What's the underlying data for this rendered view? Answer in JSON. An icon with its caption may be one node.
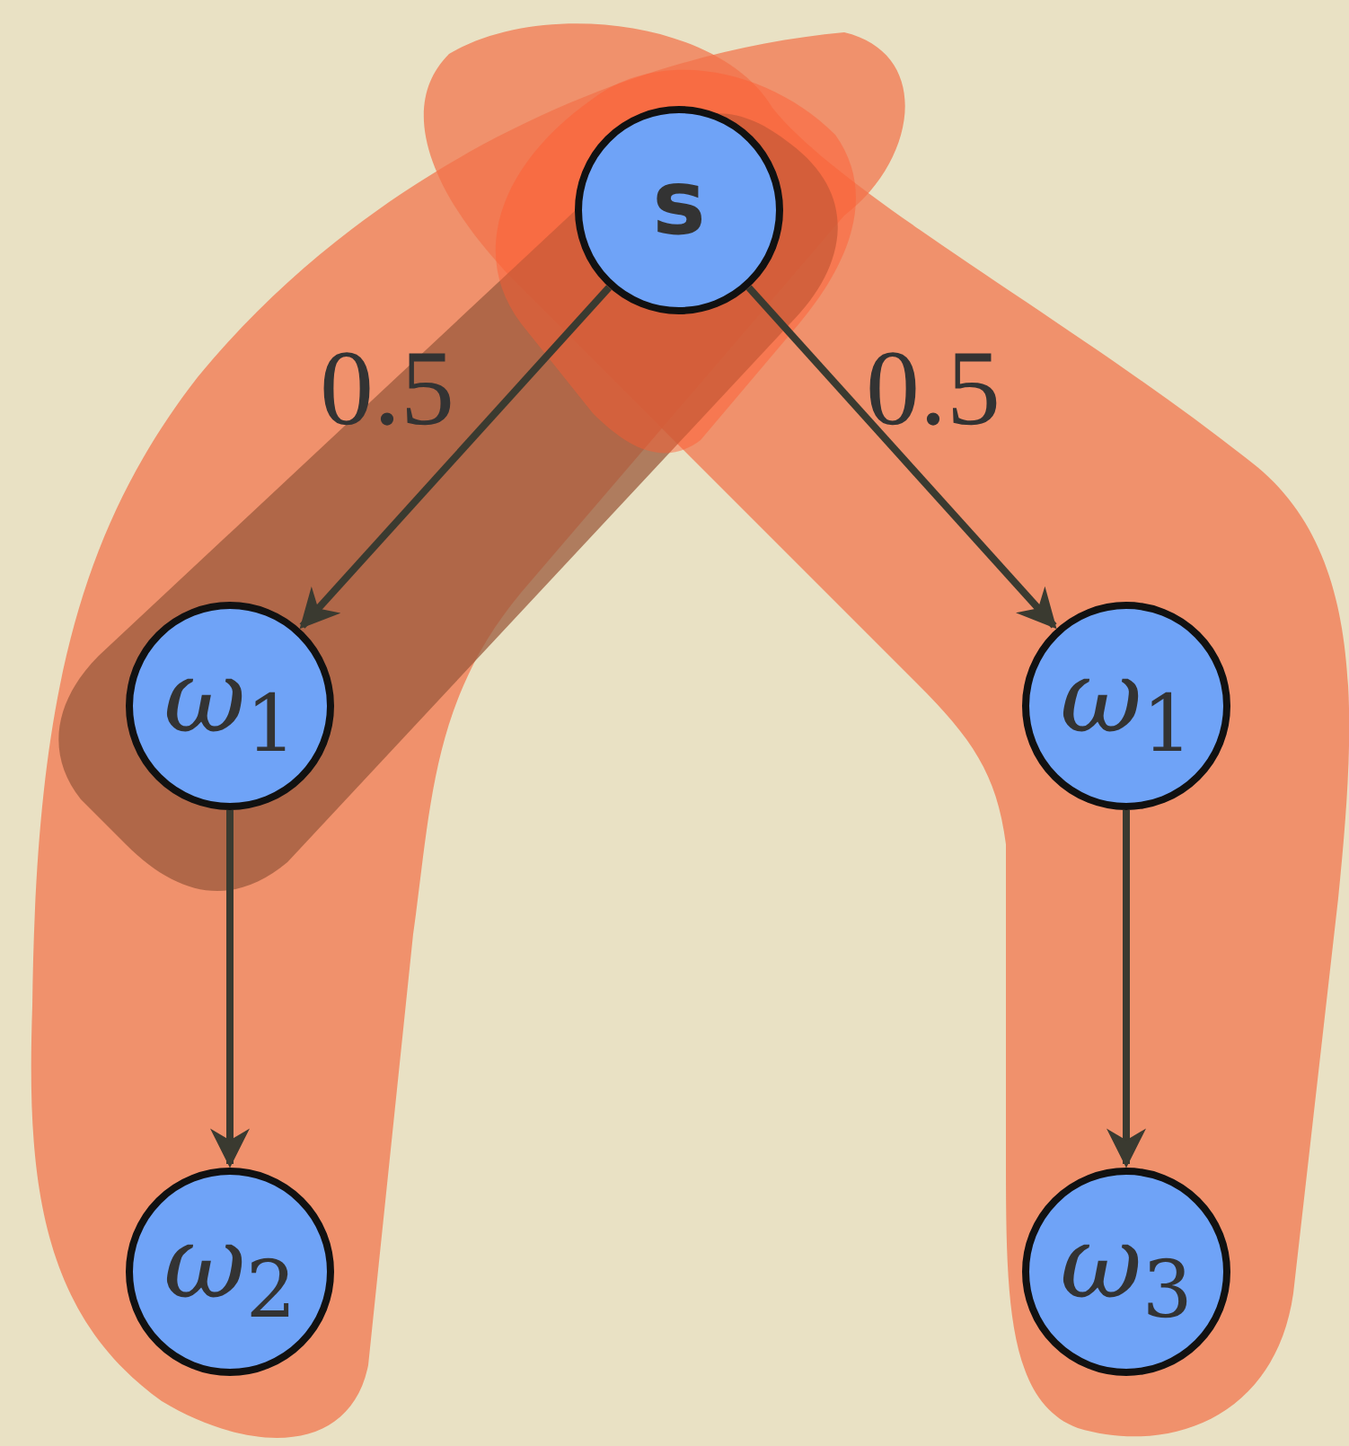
{
  "diagram": {
    "nodes": [
      {
        "text": [
          "s"
        ]
      },
      {
        "text": [
          "ω$_{1}$"
        ]
      },
      {
        "text": [
          "ω$_{1}$"
        ]
      },
      {
        "text": [
          "ω$_{2}$"
        ]
      },
      {
        "text": [
          "ω$_{3}$"
        ]
      }
    ],
    "edges": [
      {
        "from": 0,
        "to": 1,
        "arrow": "to",
        "label": "0.5"
      },
      {
        "from": 0,
        "to": 2,
        "arrow": "to",
        "label": "0.5"
      },
      {
        "from": 1,
        "to": 3,
        "arrow": "to"
      },
      {
        "from": 2,
        "to": 4,
        "arrow": "to"
      }
    ]
  }
}
